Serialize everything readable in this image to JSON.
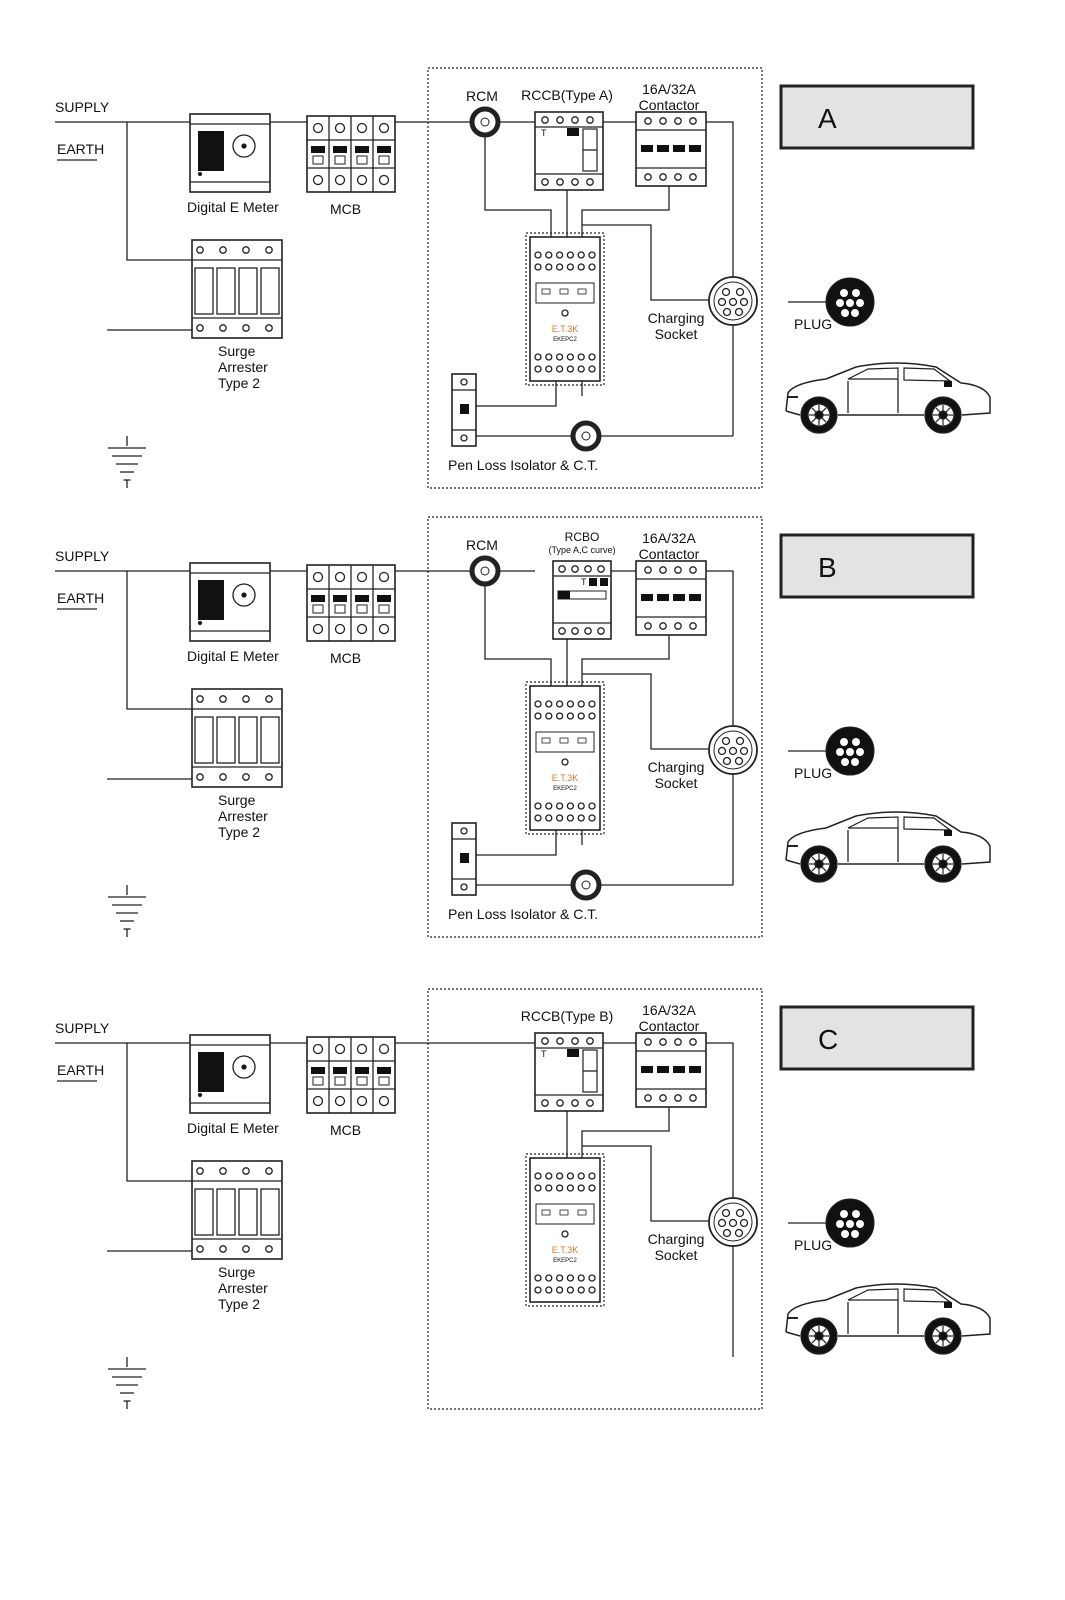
{
  "diagrams": [
    {
      "id": "A",
      "supply": "SUPPLY",
      "earth": "EARTH",
      "meter": "Digital E Meter",
      "mcb": "MCB",
      "surge": [
        "Surge",
        "Arrester",
        "Type 2"
      ],
      "rcm": "RCM",
      "rcd": "RCCB(Type A)",
      "rcd_sub": "",
      "contactor": [
        "16A/32A",
        "Contactor"
      ],
      "socket": [
        "Charging",
        "Socket"
      ],
      "plug": "PLUG",
      "pen": "Pen Loss Isolator & C.T.",
      "letter": "A"
    },
    {
      "id": "B",
      "supply": "SUPPLY",
      "earth": "EARTH",
      "meter": "Digital E Meter",
      "mcb": "MCB",
      "surge": [
        "Surge",
        "Arrester",
        "Type 2"
      ],
      "rcm": "RCM",
      "rcd": "RCBO",
      "rcd_sub": "(Type A,C curve)",
      "contactor": [
        "16A/32A",
        "Contactor"
      ],
      "socket": [
        "Charging",
        "Socket"
      ],
      "plug": "PLUG",
      "pen": "Pen Loss Isolator & C.T.",
      "letter": "B"
    },
    {
      "id": "C",
      "supply": "SUPPLY",
      "earth": "EARTH",
      "meter": "Digital E Meter",
      "mcb": "MCB",
      "surge": [
        "Surge",
        "Arrester",
        "Type 2"
      ],
      "rcm": "",
      "rcd": "RCCB(Type B)",
      "rcd_sub": "",
      "contactor": [
        "16A/32A",
        "Contactor"
      ],
      "socket": [
        "Charging",
        "Socket"
      ],
      "plug": "PLUG",
      "pen": "",
      "letter": "C"
    }
  ],
  "controller_brand": "E.T.3K",
  "controller_model": "EKEPC2"
}
